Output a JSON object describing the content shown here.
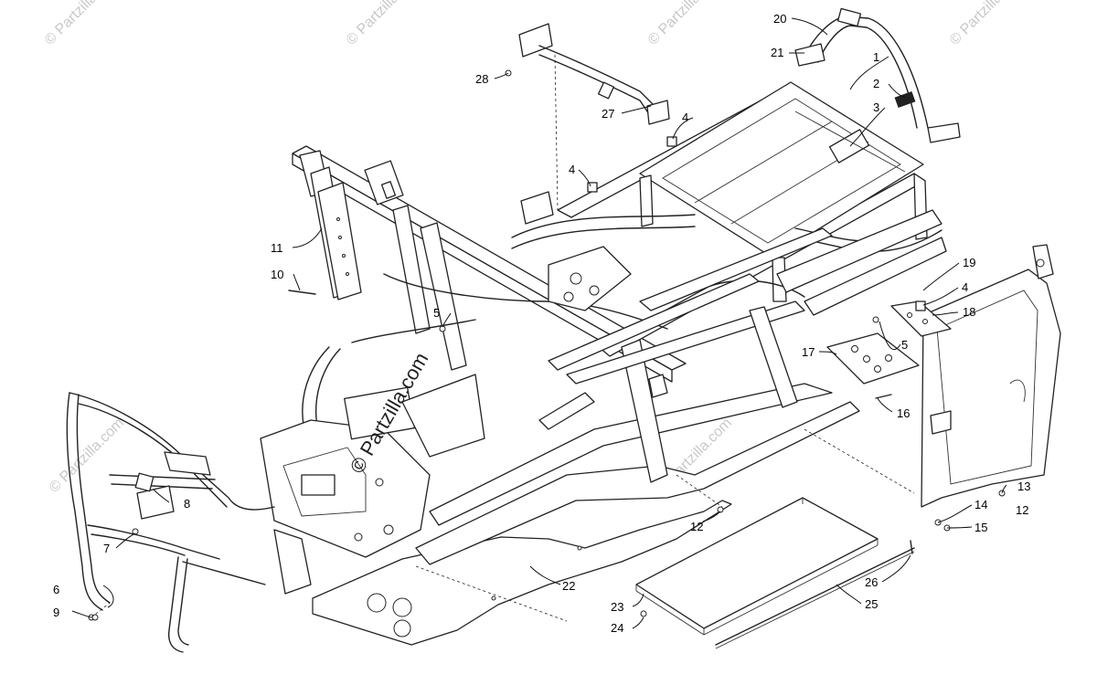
{
  "diagram": {
    "watermark_text": "© Partzilla",
    "watermark_text_alt": "© Partzilla.com",
    "center_watermark": "© Partzilla.com"
  },
  "callouts": [
    {
      "id": "c1",
      "label": "1"
    },
    {
      "id": "c2",
      "label": "2"
    },
    {
      "id": "c3",
      "label": "3"
    },
    {
      "id": "c4a",
      "label": "4"
    },
    {
      "id": "c4b",
      "label": "4"
    },
    {
      "id": "c4c",
      "label": "4"
    },
    {
      "id": "c5a",
      "label": "5"
    },
    {
      "id": "c5b",
      "label": "5"
    },
    {
      "id": "c6",
      "label": "6"
    },
    {
      "id": "c7",
      "label": "7"
    },
    {
      "id": "c8",
      "label": "8"
    },
    {
      "id": "c9",
      "label": "9"
    },
    {
      "id": "c10",
      "label": "10"
    },
    {
      "id": "c11",
      "label": "11"
    },
    {
      "id": "c12a",
      "label": "12"
    },
    {
      "id": "c12b",
      "label": "12"
    },
    {
      "id": "c13",
      "label": "13"
    },
    {
      "id": "c14",
      "label": "14"
    },
    {
      "id": "c15",
      "label": "15"
    },
    {
      "id": "c16",
      "label": "16"
    },
    {
      "id": "c17",
      "label": "17"
    },
    {
      "id": "c18",
      "label": "18"
    },
    {
      "id": "c19",
      "label": "19"
    },
    {
      "id": "c20",
      "label": "20"
    },
    {
      "id": "c21",
      "label": "21"
    },
    {
      "id": "c22",
      "label": "22"
    },
    {
      "id": "c23",
      "label": "23"
    },
    {
      "id": "c24",
      "label": "24"
    },
    {
      "id": "c25",
      "label": "25"
    },
    {
      "id": "c26",
      "label": "26"
    },
    {
      "id": "c27",
      "label": "27"
    },
    {
      "id": "c28",
      "label": "28"
    }
  ]
}
